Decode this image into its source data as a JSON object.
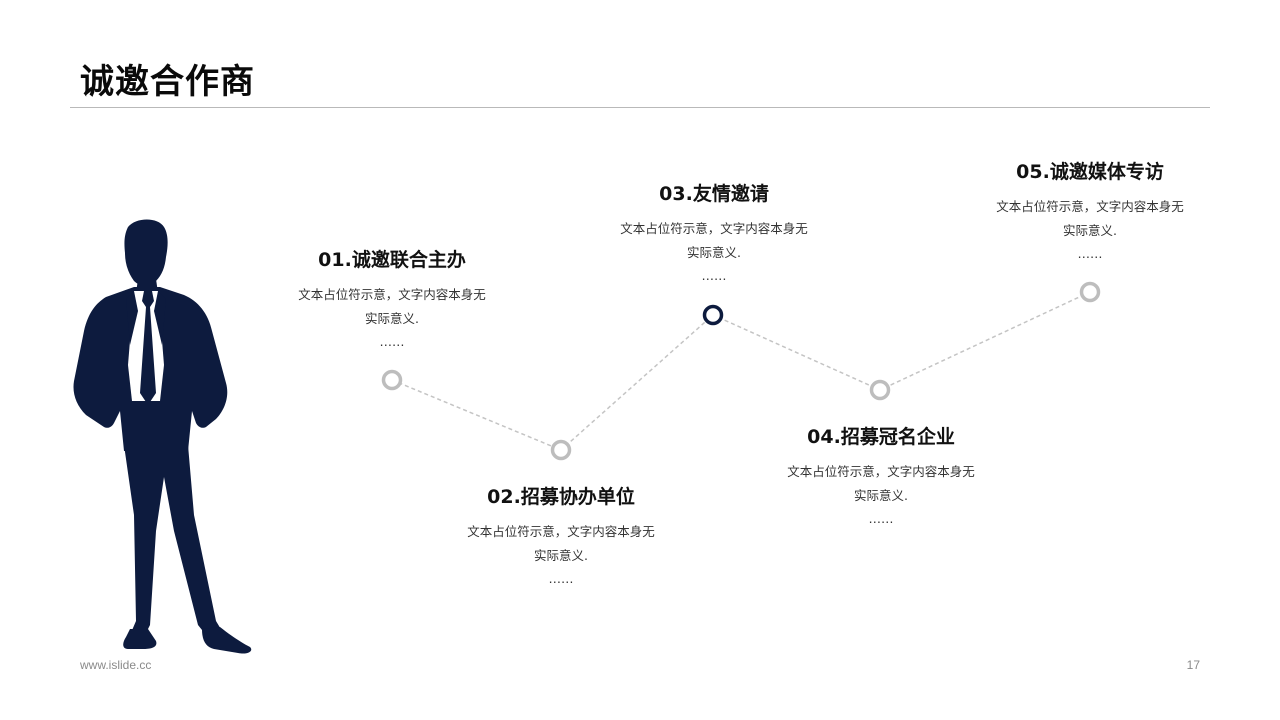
{
  "slide": {
    "title": "诚邀合作商",
    "footer_url": "www.islide.cc",
    "page_number": "17"
  },
  "colors": {
    "accent": "#0d1b3e",
    "node_gray": "#bdbdbd",
    "line_gray": "#c4c4c4"
  },
  "items": [
    {
      "title": "01.诚邀联合主办",
      "line1": "文本占位符示意，文字内容本身无",
      "line2": "实际意义.",
      "line3": "……"
    },
    {
      "title": "02.招募协办单位",
      "line1": "文本占位符示意，文字内容本身无",
      "line2": "实际意义.",
      "line3": "……"
    },
    {
      "title": "03.友情邀请",
      "line1": "文本占位符示意，文字内容本身无",
      "line2": "实际意义.",
      "line3": "……"
    },
    {
      "title": "04.招募冠名企业",
      "line1": "文本占位符示意，文字内容本身无",
      "line2": "实际意义.",
      "line3": "……"
    },
    {
      "title": "05.诚邀媒体专访",
      "line1": "文本占位符示意，文字内容本身无",
      "line2": "实际意义.",
      "line3": "……"
    }
  ]
}
